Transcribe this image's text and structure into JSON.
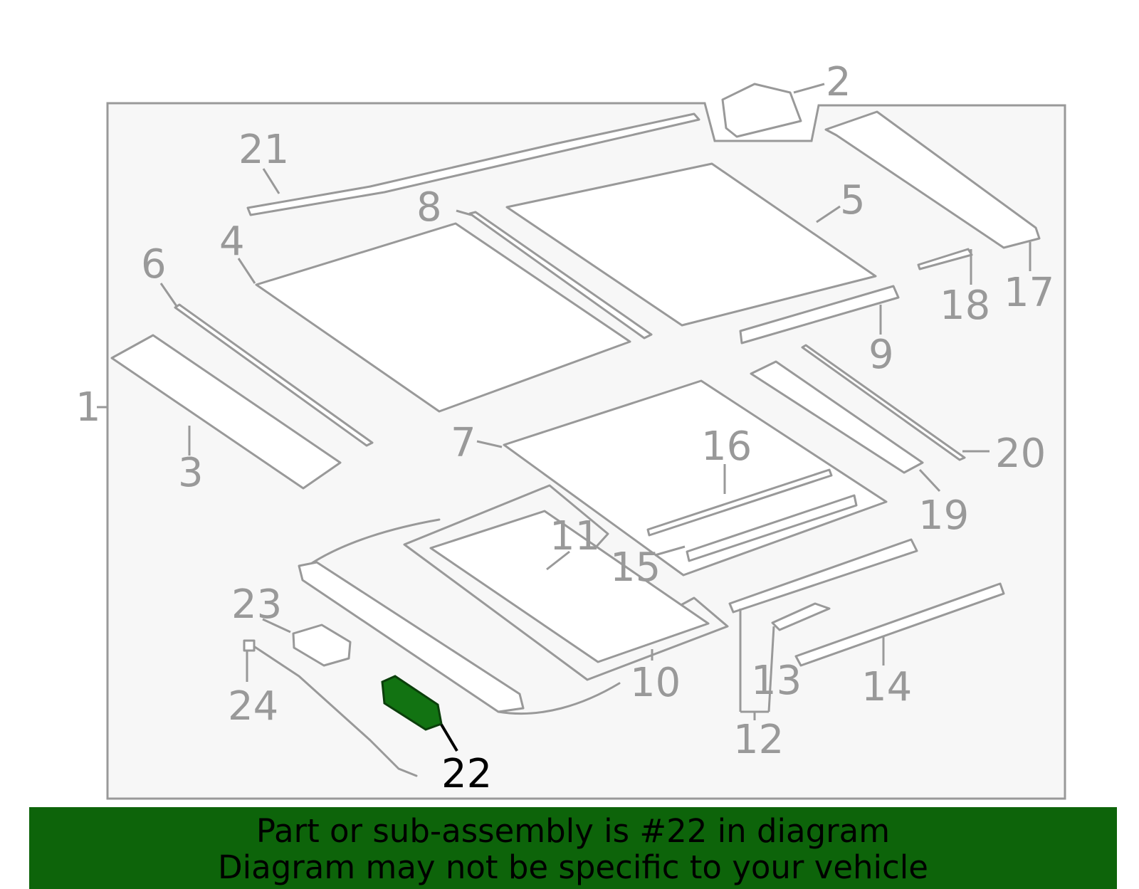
{
  "diagram": {
    "highlighted_part": "22",
    "callouts": [
      "1",
      "2",
      "3",
      "4",
      "5",
      "6",
      "7",
      "8",
      "9",
      "10",
      "11",
      "12",
      "13",
      "14",
      "15",
      "16",
      "17",
      "18",
      "19",
      "20",
      "21",
      "22",
      "23",
      "24"
    ],
    "colors": {
      "frame": "#999999",
      "background": "#f7f7f7",
      "highlight": "#127312",
      "banner": "#0d640a"
    }
  },
  "banner": {
    "line1": "Part or sub-assembly is #22 in diagram",
    "line2": "Diagram may not be specific to your vehicle"
  }
}
